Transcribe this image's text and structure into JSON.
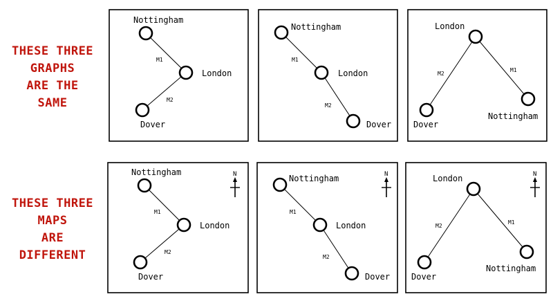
{
  "labels": {
    "graphs": [
      "THESE THREE",
      "GRAPHS",
      "ARE THE",
      "SAME"
    ],
    "maps": [
      "THESE THREE",
      "MAPS",
      "ARE",
      "DIFFERENT"
    ]
  },
  "cities": {
    "nottingham": "Nottingham",
    "london": "London",
    "dover": "Dover"
  },
  "roads": {
    "m1": "M1",
    "m2": "M2"
  },
  "north": "N",
  "colors": {
    "label": "#c0150c"
  }
}
